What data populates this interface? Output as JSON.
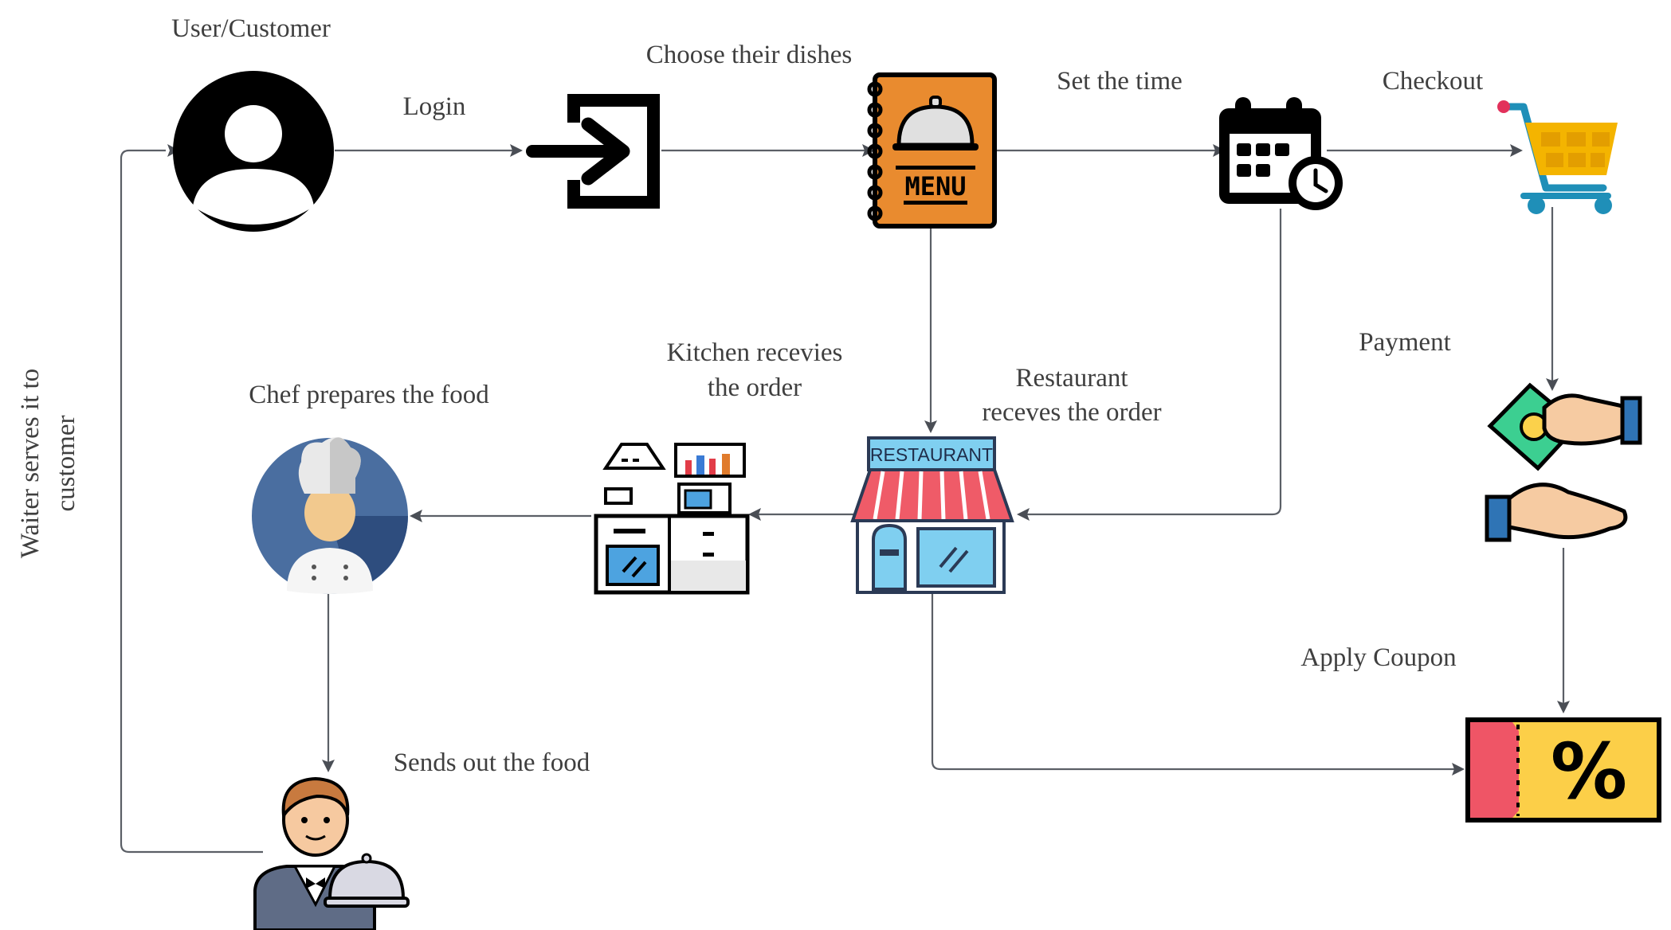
{
  "labels": {
    "user": "User/Customer",
    "login": "Login",
    "choose": "Choose their dishes",
    "set_time": "Set the time",
    "checkout": "Checkout",
    "payment": "Payment",
    "apply_coupon": "Apply Coupon",
    "restaurant_1": "Restaurant",
    "restaurant_2": "receves the order",
    "kitchen_1": "Kitchen recevies",
    "kitchen_2": "the order",
    "chef": "Chef prepares the food",
    "sends": "Sends out the food",
    "waiter_1": "Waiter serves it to",
    "waiter_2": "customer"
  },
  "icon_text": {
    "menu": "MENU",
    "restaurant_sign": "RESTAURANT",
    "coupon_symbol": "%"
  },
  "icons": [
    "user-icon",
    "login-icon",
    "menu-book-icon",
    "calendar-clock-icon",
    "shopping-cart-icon",
    "payment-hands-icon",
    "coupon-icon",
    "restaurant-store-icon",
    "kitchen-icon",
    "chef-icon",
    "waiter-icon"
  ],
  "colors": {
    "arrow": "#5b5f66",
    "menu_orange": "#e98b2f",
    "cart_yellow": "#f4b400",
    "cart_teal": "#1f8fb8",
    "awning_red": "#ef5b68",
    "store_blue": "#7fcff0",
    "coupon_yellow": "#fccf48",
    "coupon_red": "#ef5566",
    "chef_bg": "#4a6ea0"
  }
}
